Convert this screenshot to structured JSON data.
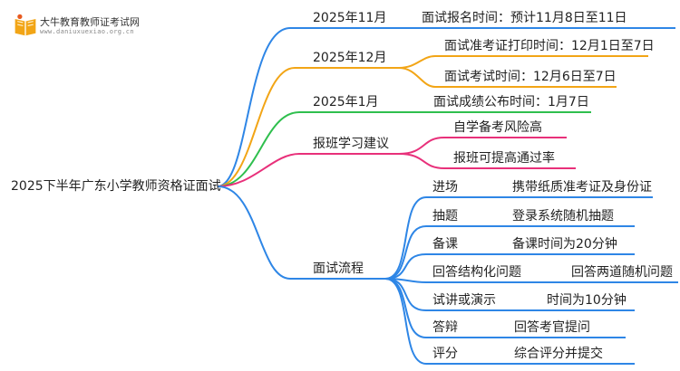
{
  "logo": {
    "title": "大牛教育教师证考试网",
    "url": "www.daniuxuexiao.org.cn"
  },
  "root": {
    "label": "2025下半年广东小学教师资格证面试"
  },
  "colors": {
    "blue": "#2e86e6",
    "orange": "#f2a516",
    "green": "#2fbf4e",
    "pink": "#e8307a"
  },
  "branches": {
    "nov": {
      "label": "2025年11月",
      "detail": "面试报名时间：预计11月8日至11日"
    },
    "dec": {
      "label": "2025年12月",
      "detail1": "面试准考证打印时间：12月1日至7日",
      "detail2": "面试考试时间：12月6日至7日"
    },
    "jan": {
      "label": "2025年1月",
      "detail": "面试成绩公布时间：1月7日"
    },
    "advice": {
      "label": "报班学习建议",
      "item1": "自学备考风险高",
      "item2": "报班可提高通过率"
    },
    "process": {
      "label": "面试流程",
      "steps": [
        {
          "name": "进场",
          "desc": "携带纸质准考证及身份证"
        },
        {
          "name": "抽题",
          "desc": "登录系统随机抽题"
        },
        {
          "name": "备课",
          "desc": "备课时间为20分钟"
        },
        {
          "name": "回答结构化问题",
          "desc": "回答两道随机问题"
        },
        {
          "name": "试讲或演示",
          "desc": "时间为10分钟"
        },
        {
          "name": "答辩",
          "desc": "回答考官提问"
        },
        {
          "name": "评分",
          "desc": "综合评分并提交"
        }
      ]
    }
  }
}
